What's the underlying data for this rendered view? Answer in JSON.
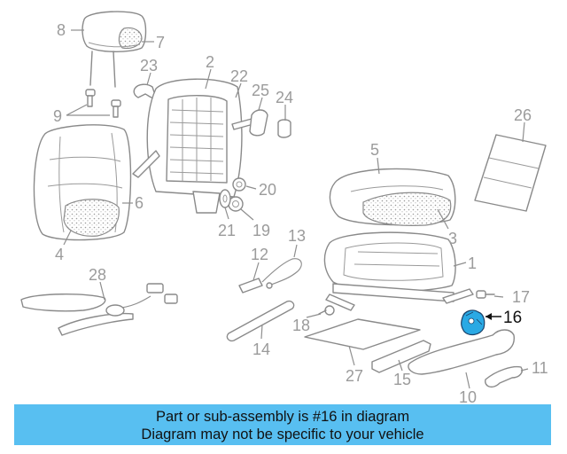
{
  "callouts": {
    "c1": "1",
    "c2": "2",
    "c3": "3",
    "c4": "4",
    "c5": "5",
    "c6": "6",
    "c7": "7",
    "c8": "8",
    "c9": "9",
    "c10": "10",
    "c11": "11",
    "c12": "12",
    "c13": "13",
    "c14": "14",
    "c15": "15",
    "c16": "16",
    "c17": "17",
    "c18": "18",
    "c19": "19",
    "c20": "20",
    "c21": "21",
    "c22": "22",
    "c23": "23",
    "c24": "24",
    "c25": "25",
    "c26": "26",
    "c27": "27",
    "c28": "28"
  },
  "highlight": {
    "part": "16",
    "color": "#2aa9e4"
  },
  "caption": {
    "line1": "Part or sub-assembly is #16 in diagram",
    "line2": "Diagram may not be specific to your vehicle",
    "background": "#58bff1"
  }
}
